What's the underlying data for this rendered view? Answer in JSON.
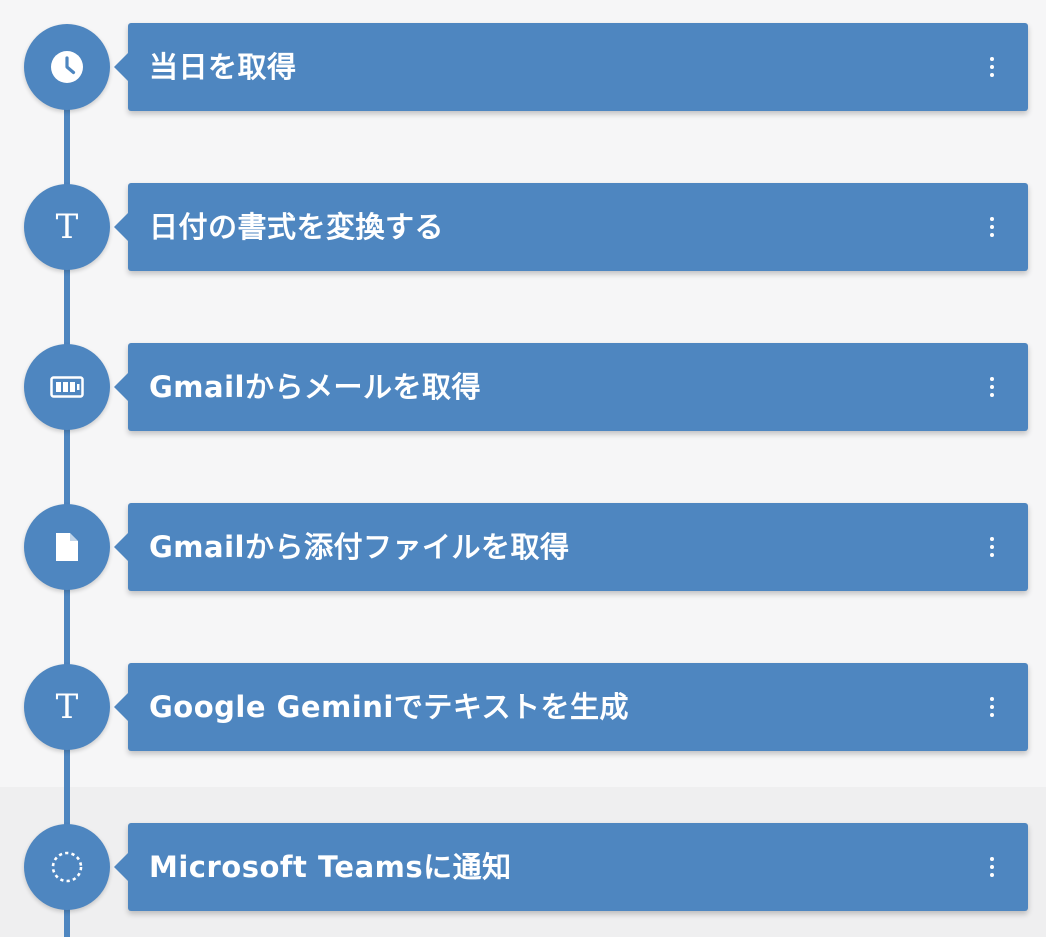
{
  "theme": {
    "step_color": "#4e86c0",
    "background": "#f6f6f7",
    "text_color": "#ffffff"
  },
  "steps": [
    {
      "title": "当日を取得",
      "icon": "clock-icon"
    },
    {
      "title": "日付の書式を変換する",
      "icon": "text-t-icon",
      "glyph": "T"
    },
    {
      "title": "Gmailからメールを取得",
      "icon": "mail-tiles-icon"
    },
    {
      "title": "Gmailから添付ファイルを取得",
      "icon": "document-icon"
    },
    {
      "title": "Google Geminiでテキストを生成",
      "icon": "text-t-icon",
      "glyph": "T"
    },
    {
      "title": "Microsoft Teamsに通知",
      "icon": "dotted-circle-icon"
    }
  ]
}
